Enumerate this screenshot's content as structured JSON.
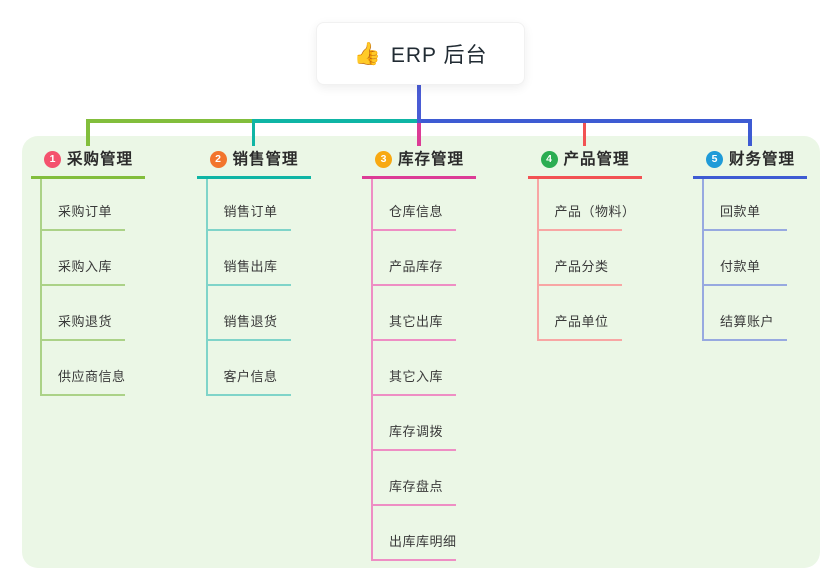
{
  "root": {
    "icon": "👍",
    "label": "ERP 后台"
  },
  "colors": {
    "canvas_bg": "#ffffff",
    "panel_bg": "#EBF7E6",
    "root_line": "#4A5CD5",
    "card_bg": "#ffffff"
  },
  "branches": [
    {
      "number": "1",
      "title": "采购管理",
      "badge_color": "#F4526E",
      "line_color": "#82BE3C",
      "child_line_color": "#ABD287",
      "children": [
        "采购订单",
        "采购入库",
        "采购退货",
        "供应商信息"
      ]
    },
    {
      "number": "2",
      "title": "销售管理",
      "badge_color": "#F2752D",
      "line_color": "#0FB5A5",
      "child_line_color": "#7FD4C9",
      "children": [
        "销售订单",
        "销售出库",
        "销售退货",
        "客户信息"
      ]
    },
    {
      "number": "3",
      "title": "库存管理",
      "badge_color": "#F8A912",
      "line_color": "#DC3C96",
      "child_line_color": "#EE8EC4",
      "children": [
        "仓库信息",
        "产品库存",
        "其它出库",
        "其它入库",
        "库存调拨",
        "库存盘点",
        "出库库明细"
      ]
    },
    {
      "number": "4",
      "title": "产品管理",
      "badge_color": "#2BAD52",
      "line_color": "#F25253",
      "child_line_color": "#F8A6A4",
      "children": [
        "产品（物料）",
        "产品分类",
        "产品单位"
      ]
    },
    {
      "number": "5",
      "title": "财务管理",
      "badge_color": "#1F9BD8",
      "line_color": "#3E5BD3",
      "child_line_color": "#97A9E0",
      "children": [
        "回款单",
        "付款单",
        "结算账户"
      ]
    }
  ]
}
